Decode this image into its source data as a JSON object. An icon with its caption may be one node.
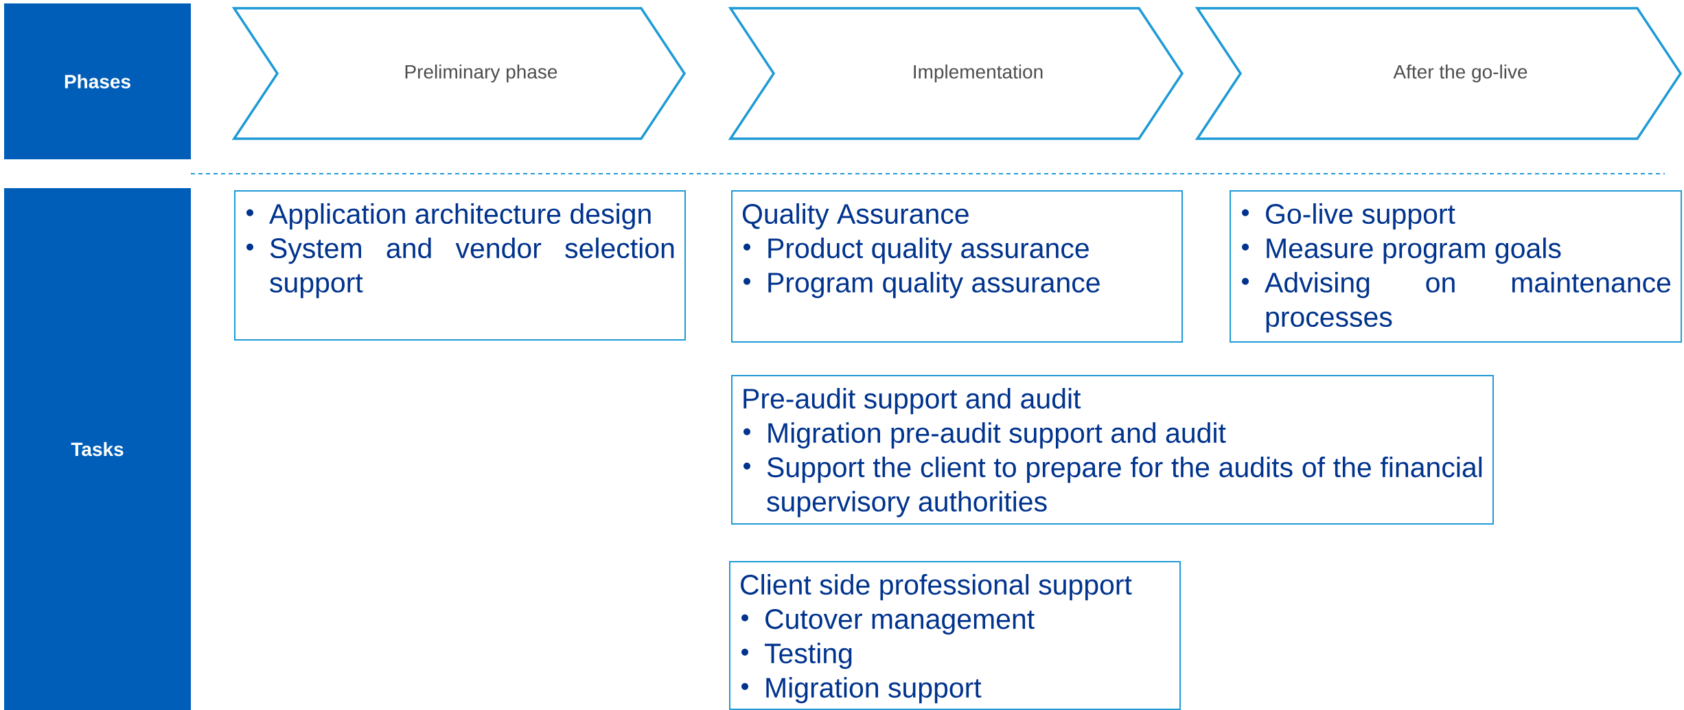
{
  "diagram": {
    "nodes": [
      {
        "text": [
          "Phases"
        ]
      },
      {
        "text": [
          "Tasks"
        ]
      },
      {
        "text": [
          "Preliminary phase"
        ]
      },
      {
        "text": [
          "Implementation"
        ]
      },
      {
        "text": [
          "After the go-live"
        ]
      },
      {
        "text": [
          "Application architecture design",
          "System and vendor selection support"
        ]
      },
      {
        "text": [
          "Quality Assurance",
          "Product quality assurance",
          "Program quality assurance"
        ]
      },
      {
        "text": [
          "Go-live support",
          "Measure program goals",
          "Advising on maintenance processes"
        ]
      },
      {
        "text": [
          "Pre-audit support and audit",
          "Migration pre-audit support and audit",
          "Support the client to prepare for the audits of the financial supervisory authorities"
        ]
      },
      {
        "text": [
          "Client side professional support",
          "Cutover management",
          "Testing",
          "Migration support"
        ]
      }
    ]
  }
}
